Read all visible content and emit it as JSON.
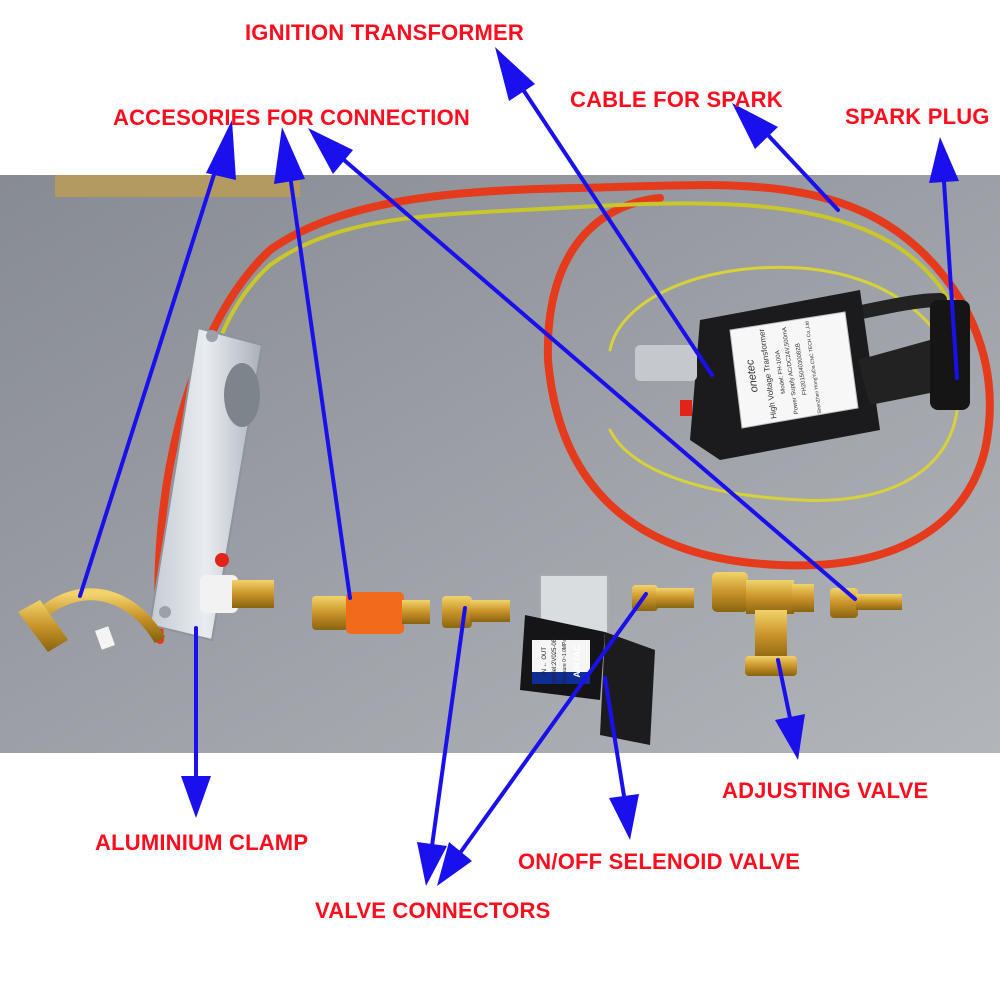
{
  "labels": {
    "ignition_transformer": "IGNITION TRANSFORMER",
    "cable_for_spark": "CABLE FOR SPARK",
    "spark_plug": "SPARK PLUG",
    "accessories_for_connection": "ACCESORIES FOR CONNECTION",
    "aluminium_clamp": "ALUMINIUM CLAMP",
    "valve_connectors": "VALVE CONNECTORS",
    "on_off_selenoid_valve": "ON/OFF SELENOID VALVE",
    "adjusting_valve": "ADJUSTING VALVE"
  },
  "device_text": {
    "transformer_brand": "onetec",
    "transformer_title": "High Voltage Transformer",
    "transformer_model": "Model: FH-100A",
    "transformer_power": "Power Supply AC/DC24V,500mA",
    "transformer_serial": "FH20150403008ZB",
    "transformer_maker": "ShenZhen HongYuDa CNC TECH Co.,Ltd",
    "valve_brand": "AIRTAC",
    "valve_model": "Model:2V025-08",
    "valve_pressure": "Pressure 0~1.0MPa",
    "valve_in_out": "IN ← OUT"
  },
  "colors": {
    "label_red": "#ff0d1e",
    "arrow_blue": "#1a10ee",
    "hose_red": "#e63a1c",
    "ground_wire": "#c9c72a"
  }
}
